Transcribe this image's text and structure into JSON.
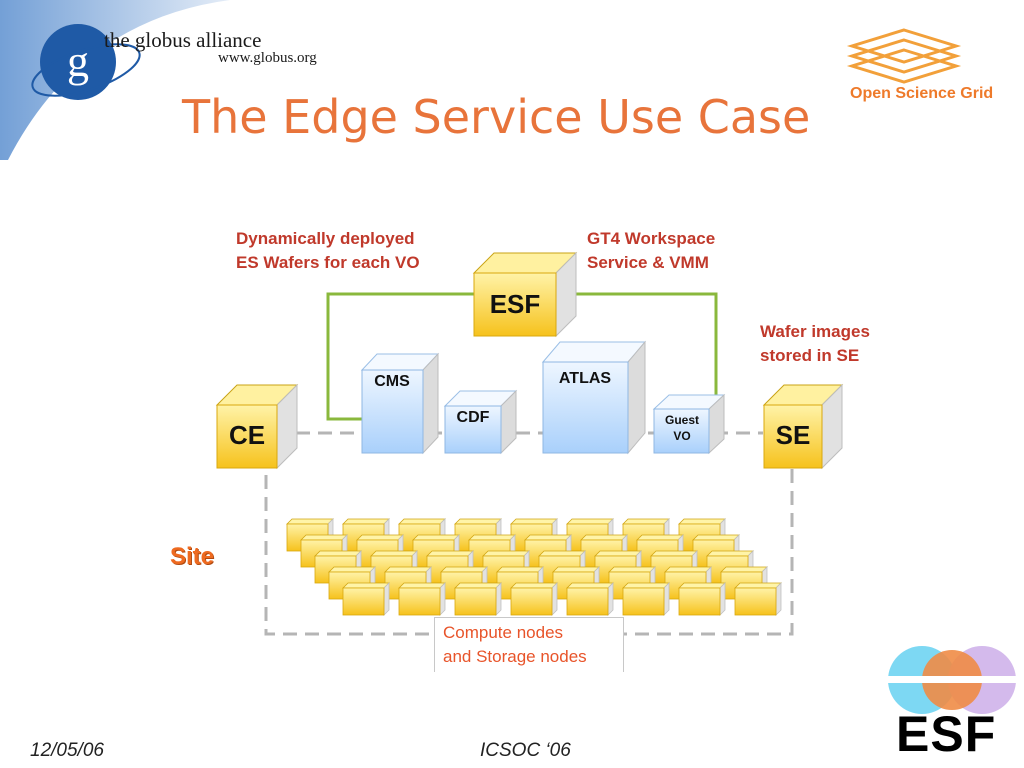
{
  "slide": {
    "title": "The Edge Service Use Case",
    "date": "12/05/06",
    "event": "ICSOC ‘06"
  },
  "globus_logo": {
    "letter": "g",
    "name": "the globus alliance",
    "url": "www.globus.org"
  },
  "osg_logo": {
    "name": "Open Science Grid"
  },
  "esf_logo": {
    "text": "ESF"
  },
  "diagram": {
    "notes": {
      "dynamic_wafers": [
        "Dynamically deployed",
        "ES Wafers for each VO"
      ],
      "workspace_service": [
        "GT4 Workspace",
        "Service & VMM"
      ],
      "wafer_images": [
        "Wafer images",
        "stored in SE"
      ],
      "compute_nodes": [
        "Compute nodes",
        "and Storage nodes"
      ]
    },
    "site_label": "Site",
    "yellow_boxes": {
      "esf": "ESF",
      "ce": "CE",
      "se": "SE"
    },
    "vo_boxes": [
      {
        "label": "CMS"
      },
      {
        "label": "CDF"
      },
      {
        "label": "ATLAS"
      },
      {
        "label_lines": [
          "Guest",
          "VO"
        ]
      }
    ]
  },
  "colors": {
    "title_orange": "#e8743b",
    "note_red": "#c0392b",
    "box_yellow": "#fcd84a",
    "box_blue": "#bcdcff",
    "connector_green": "#8ab83c",
    "dashed_gray": "#b5b5b5",
    "globus_blue": "#1f5aa6"
  }
}
